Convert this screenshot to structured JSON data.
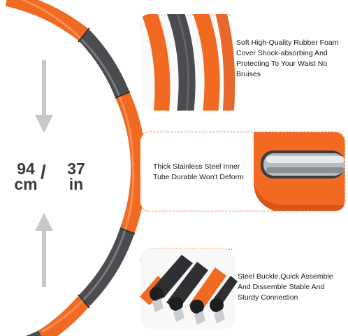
{
  "dimension": {
    "metric_value": "94",
    "metric_unit": "cm",
    "separator": "/",
    "imperial_value": "37",
    "imperial_unit": "in"
  },
  "features": [
    {
      "text": "Soft High-Quality Rubber Foam Cover Shock-absorbing And Protecting To Your Waist No Bruises"
    },
    {
      "text": "Thick Stainless Steel Inner Tube Durable Won't Deform"
    },
    {
      "text": "Steel Buckle,Quick Assemble And Dissemble Stable And Sturdy Connection"
    }
  ],
  "colors": {
    "orange": "#f26a22",
    "dark_gray": "#4a4c50",
    "accent_border": "#f07030",
    "arrow_gray": "#c8c8c8"
  }
}
